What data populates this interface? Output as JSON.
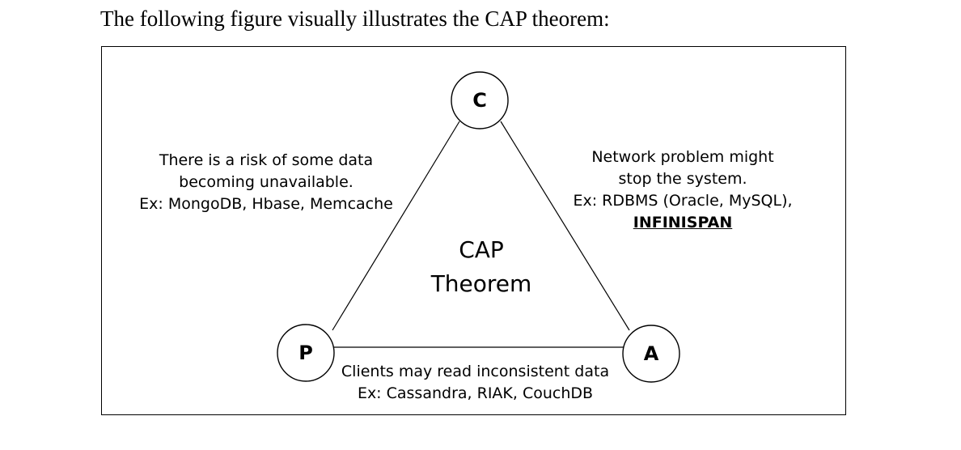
{
  "caption": "The following figure visually illustrates the CAP theorem:",
  "diagram": {
    "center": [
      "CAP",
      "Theorem"
    ],
    "nodes": {
      "c": "C",
      "a": "A",
      "p": "P"
    },
    "notes": {
      "cp": {
        "line1": "There is a risk of some data",
        "line2": "becoming unavailable.",
        "line3": "Ex: MongoDB, Hbase, Memcache"
      },
      "ca": {
        "line1": "Network problem might",
        "line2": "stop the system.",
        "line3": "Ex: RDBMS (Oracle, MySQL),",
        "line4": "INFINISPAN"
      },
      "ap": {
        "line1": "Clients may read inconsistent data",
        "line2": "Ex: Cassandra, RIAK, CouchDB"
      }
    }
  }
}
